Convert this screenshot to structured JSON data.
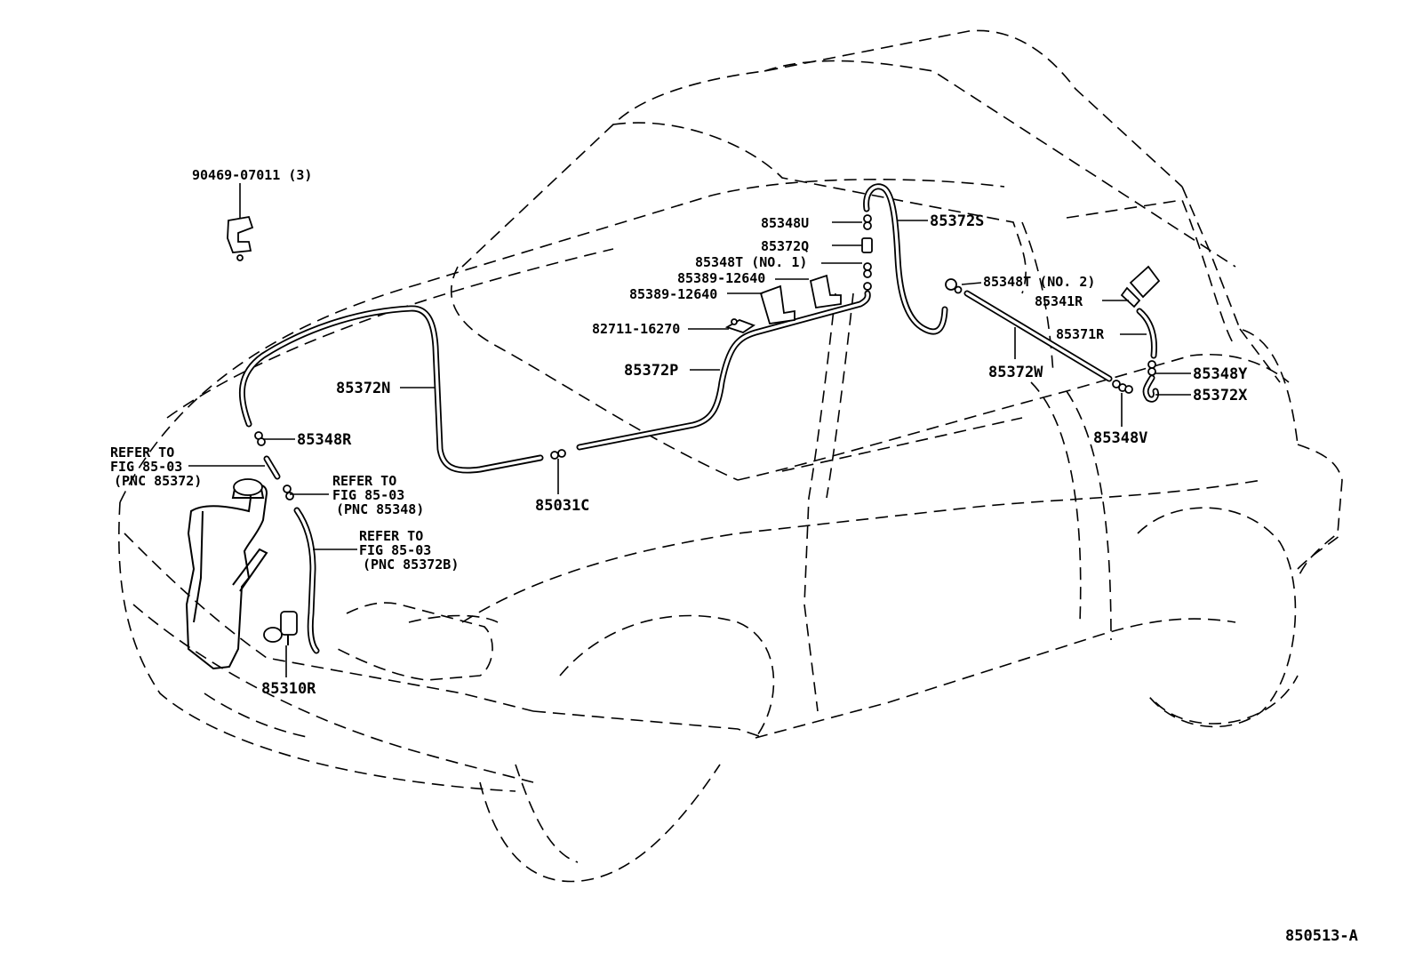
{
  "diagram_id": "850513-A",
  "callouts": {
    "c_90469": "90469-07011 (3)",
    "c_85348U": "85348U",
    "c_85372S": "85372S",
    "c_85372Q": "85372Q",
    "c_85348T1": "85348T (NO. 1)",
    "c_85389a": "85389-12640",
    "c_85389b": "85389-12640",
    "c_85348T2": "85348T (NO. 2)",
    "c_85341R": "85341R",
    "c_82711": "82711-16270",
    "c_85371R": "85371R",
    "c_85372P": "85372P",
    "c_85372W": "85372W",
    "c_85348Y": "85348Y",
    "c_85372X": "85372X",
    "c_85372N": "85372N",
    "c_85348V": "85348V",
    "c_85348R": "85348R",
    "c_85031C": "85031C",
    "c_85310R": "85310R"
  },
  "refer_notes": {
    "r1": {
      "line1": "REFER TO",
      "line2": "FIG 85-03",
      "line3": "(PNC 85372)"
    },
    "r2": {
      "line1": "REFER TO",
      "line2": "FIG 85-03",
      "line3": "(PNC 85348)"
    },
    "r3": {
      "line1": "REFER TO",
      "line2": "FIG 85-03",
      "line3": "(PNC 85372B)"
    }
  }
}
